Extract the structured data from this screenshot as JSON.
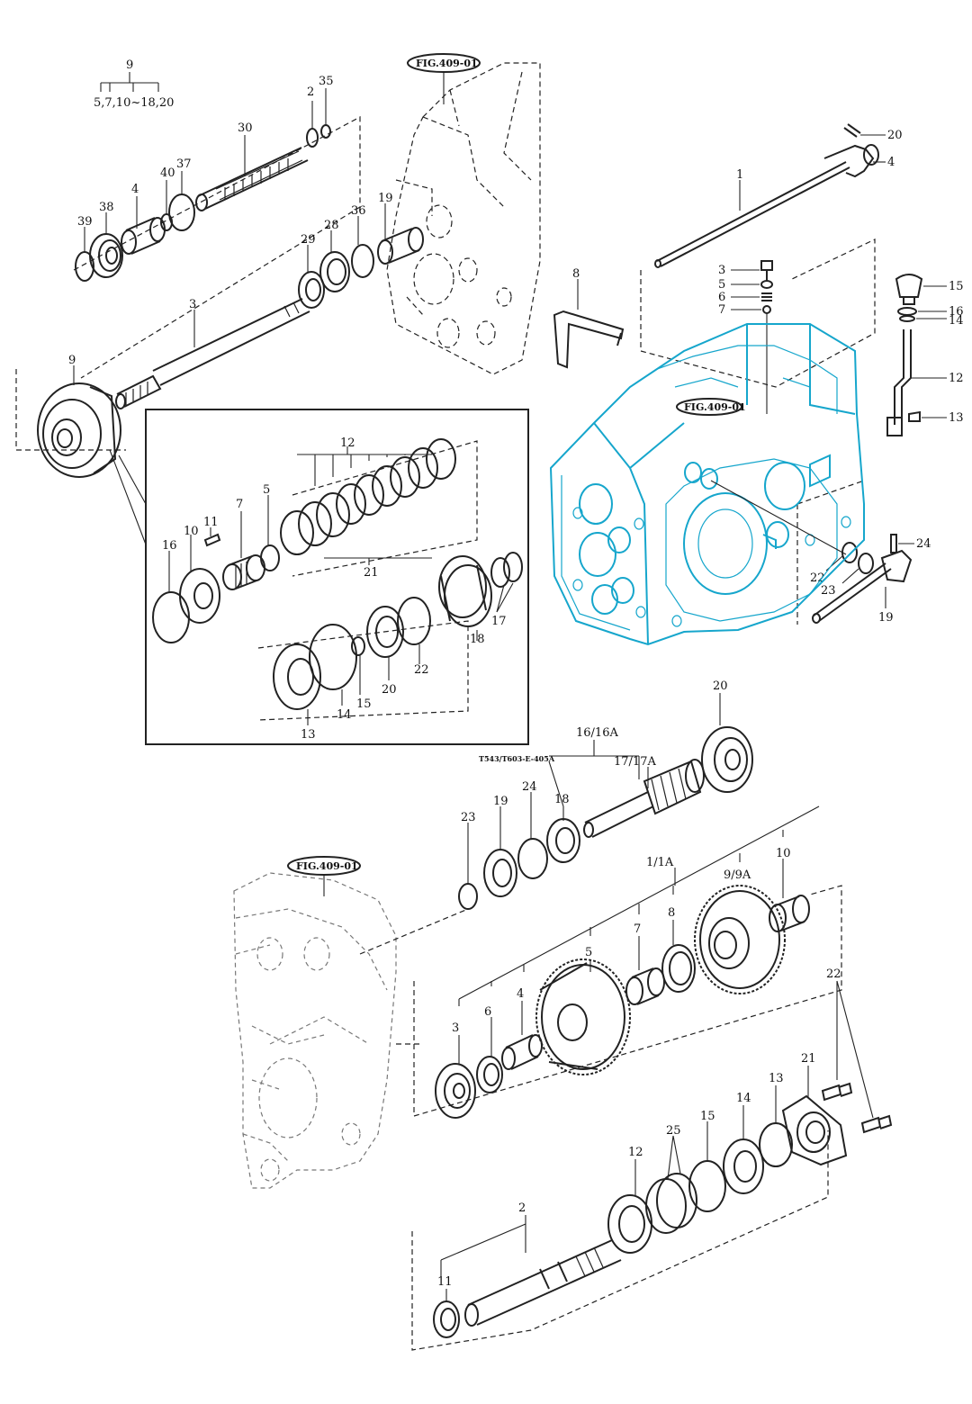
{
  "figure_refs": {
    "top_housing": "FIG.409-01",
    "cyan_housing": "FIG.409-01",
    "bottom_housing": "FIG.409-01"
  },
  "drawing_code": "T543/T603-E-405A",
  "top_left_group": {
    "parent": "9",
    "children": "5,7,10~18,20",
    "labels": {
      "p35": "35",
      "p2": "2",
      "p30": "30",
      "p37": "37",
      "p40": "40",
      "p4": "4",
      "p38": "38",
      "p39": "39",
      "p19": "19",
      "p36": "36",
      "p28": "28",
      "p29": "29",
      "p3": "3",
      "p9": "9"
    }
  },
  "clutch_detail": {
    "labels": {
      "p12": "12",
      "p5": "5",
      "p7": "7",
      "p11": "11",
      "p10": "10",
      "p16": "16",
      "p21": "21",
      "p17": "17",
      "p18": "18",
      "p22": "22",
      "p20": "20",
      "p15": "15",
      "p14": "14",
      "p13": "13"
    }
  },
  "shift_group": {
    "labels": {
      "p20": "20",
      "p4": "4",
      "p1": "1",
      "p8": "8",
      "p3": "3",
      "p5": "5",
      "p6": "6",
      "p7": "7",
      "p15": "15",
      "p16": "16",
      "p14": "14",
      "p12": "12",
      "p13": "13",
      "p24": "24",
      "p22": "22",
      "p23": "23",
      "p19": "19"
    }
  },
  "gear_train": {
    "labels": {
      "p20": "20",
      "p16": "16/16A",
      "p17": "17/17A",
      "p18": "18",
      "p24": "24",
      "p19": "19",
      "p23": "23",
      "p1": "1/1A",
      "p9": "9/9A",
      "p10": "10",
      "p8": "8",
      "p7": "7",
      "p5": "5",
      "p6": "6",
      "p4": "4",
      "p3": "3",
      "p22": "22",
      "p21": "21",
      "p13": "13",
      "p14": "14",
      "p15": "15",
      "p25": "25",
      "p12": "12",
      "p2": "2",
      "p11": "11"
    }
  }
}
